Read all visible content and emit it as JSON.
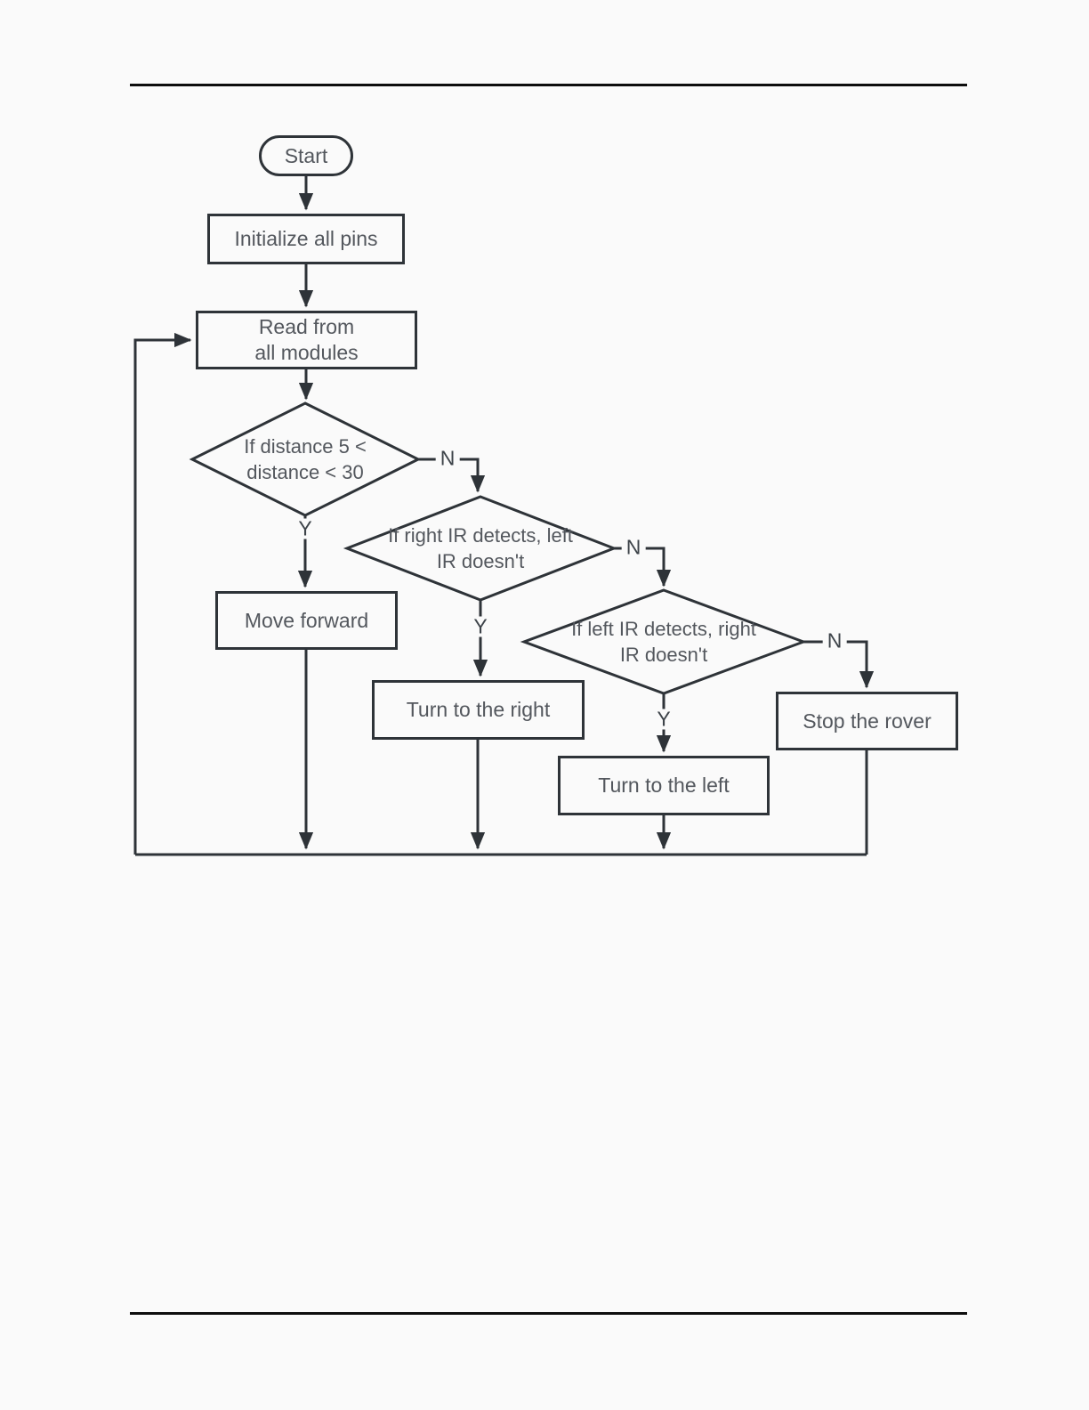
{
  "theme": {
    "bg": "#fafafa",
    "stroke": "#2e3338",
    "text": "#53575d",
    "branch": "#3d4349"
  },
  "flowchart": {
    "nodes": {
      "start": {
        "label": "Start"
      },
      "initialize": {
        "label": "Initialize all pins"
      },
      "read": {
        "label": "Read from\nall modules"
      },
      "move_forward": {
        "label": "Move forward"
      },
      "turn_right": {
        "label": "Turn to the right"
      },
      "turn_left": {
        "label": "Turn to the left"
      },
      "stop": {
        "label": "Stop the rover"
      }
    },
    "decisions": {
      "distance": {
        "label": "If distance 5 <\ndistance < 30"
      },
      "right_ir": {
        "label": "If right IR detects, left\nIR doesn't"
      },
      "left_ir": {
        "label": "If left IR detects, right\nIR doesn't"
      }
    },
    "branch_labels": {
      "yes": "Y",
      "no": "N"
    }
  }
}
